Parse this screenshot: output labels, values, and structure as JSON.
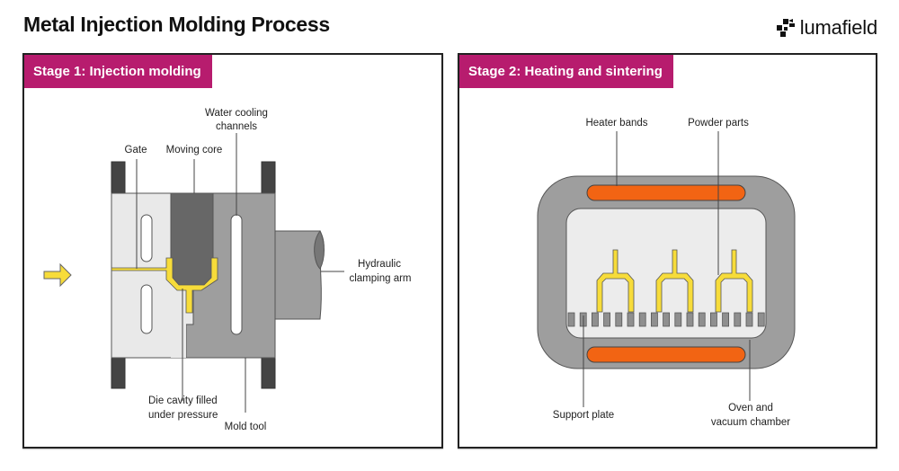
{
  "header": {
    "title": "Metal Injection Molding Process",
    "brand": {
      "name": "lumafield",
      "icon": "lumafield-logo-icon"
    }
  },
  "colors": {
    "stage_tag": "#b71c6e",
    "molten_metal": "#f7dc3a",
    "heater": "#f26413",
    "mold_light": "#e9e9e9",
    "mold_mid": "#9e9e9e",
    "mold_dark": "#676767",
    "clamp_block": "#444444",
    "chamber_inner": "#ececec"
  },
  "panels": [
    {
      "stage_label": "Stage 1: Injection molding",
      "labels": {
        "water_cooling_line1": "Water cooling",
        "water_cooling_line2": "channels",
        "gate": "Gate",
        "moving_core": "Moving core",
        "hydraulic_line1": "Hydraulic",
        "hydraulic_line2": "clamping arm",
        "die_cavity_line1": "Die cavity filled",
        "die_cavity_line2": "under pressure",
        "mold_tool": "Mold tool"
      }
    },
    {
      "stage_label": "Stage 2: Heating and sintering",
      "labels": {
        "heater_bands": "Heater bands",
        "powder_parts": "Powder parts",
        "support_plate": "Support plate",
        "oven_line1": "Oven and",
        "oven_line2": "vacuum chamber"
      }
    }
  ]
}
